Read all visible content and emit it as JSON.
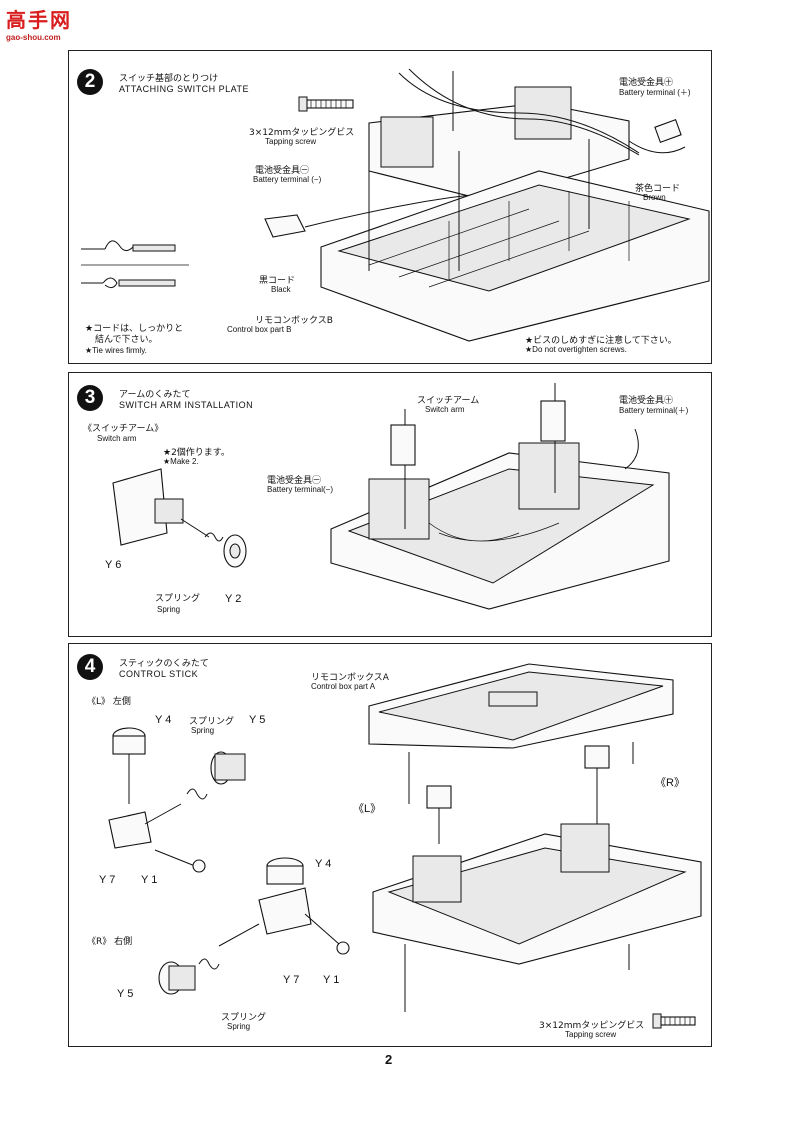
{
  "watermark": {
    "title": "高手网",
    "url": "gao-shou.com"
  },
  "step2": {
    "number": "2",
    "title_jp": "スイッチ基部のとりつけ",
    "title_en": "ATTACHING SWITCH PLATE",
    "screw_jp": "3×12mmタッピングビス",
    "screw_en": "Tapping screw",
    "term_neg_jp": "電池受金具㊀",
    "term_neg_en": "Battery terminal (−)",
    "term_pos_jp": "電池受金具㊉",
    "term_pos_en": "Battery terminal (＋)",
    "brown_jp": "茶色コード",
    "brown_en": "Brown",
    "black_jp": "黒コード",
    "black_en": "Black",
    "boxb_jp": "リモコンボックスB",
    "boxb_en": "Control box part B",
    "tie_jp1": "★コードは、しっかりと",
    "tie_jp2": "結んで下さい。",
    "tie_en": "★Tie wires firmly.",
    "tighten_jp": "★ビスのしめすぎに注意して下さい。",
    "tighten_en": "★Do not overtighten screws."
  },
  "step3": {
    "number": "3",
    "title_jp": "アームのくみたて",
    "title_en": "SWITCH ARM INSTALLATION",
    "sub_jp": "《スイッチアーム》",
    "sub_en": "Switch arm",
    "make_jp": "★2個作ります。",
    "make_en": "★Make 2.",
    "y6": "Y 6",
    "y2": "Y 2",
    "spring_jp": "スプリング",
    "spring_en": "Spring",
    "arm_jp": "スイッチアーム",
    "arm_en": "Switch arm",
    "term_neg_jp": "電池受金具㊀",
    "term_neg_en": "Battery terminal(−)",
    "term_pos_jp": "電池受金具㊉",
    "term_pos_en": "Battery terminal(＋)"
  },
  "step4": {
    "number": "4",
    "title_jp": "スティックのくみたて",
    "title_en": "CONTROL STICK",
    "left_jp": "《L》 左側",
    "right_jp": "《R》 右側",
    "y4": "Y 4",
    "y5": "Y 5",
    "y7": "Y 7",
    "y1": "Y 1",
    "spring_jp": "スプリング",
    "spring_en": "Spring",
    "boxa_jp": "リモコンボックスA",
    "boxa_en": "Control box part A",
    "l_mark": "《L》",
    "r_mark": "《R》",
    "screw_jp": "3×12mmタッピングビス",
    "screw_en": "Tapping screw"
  },
  "page_number": "2"
}
